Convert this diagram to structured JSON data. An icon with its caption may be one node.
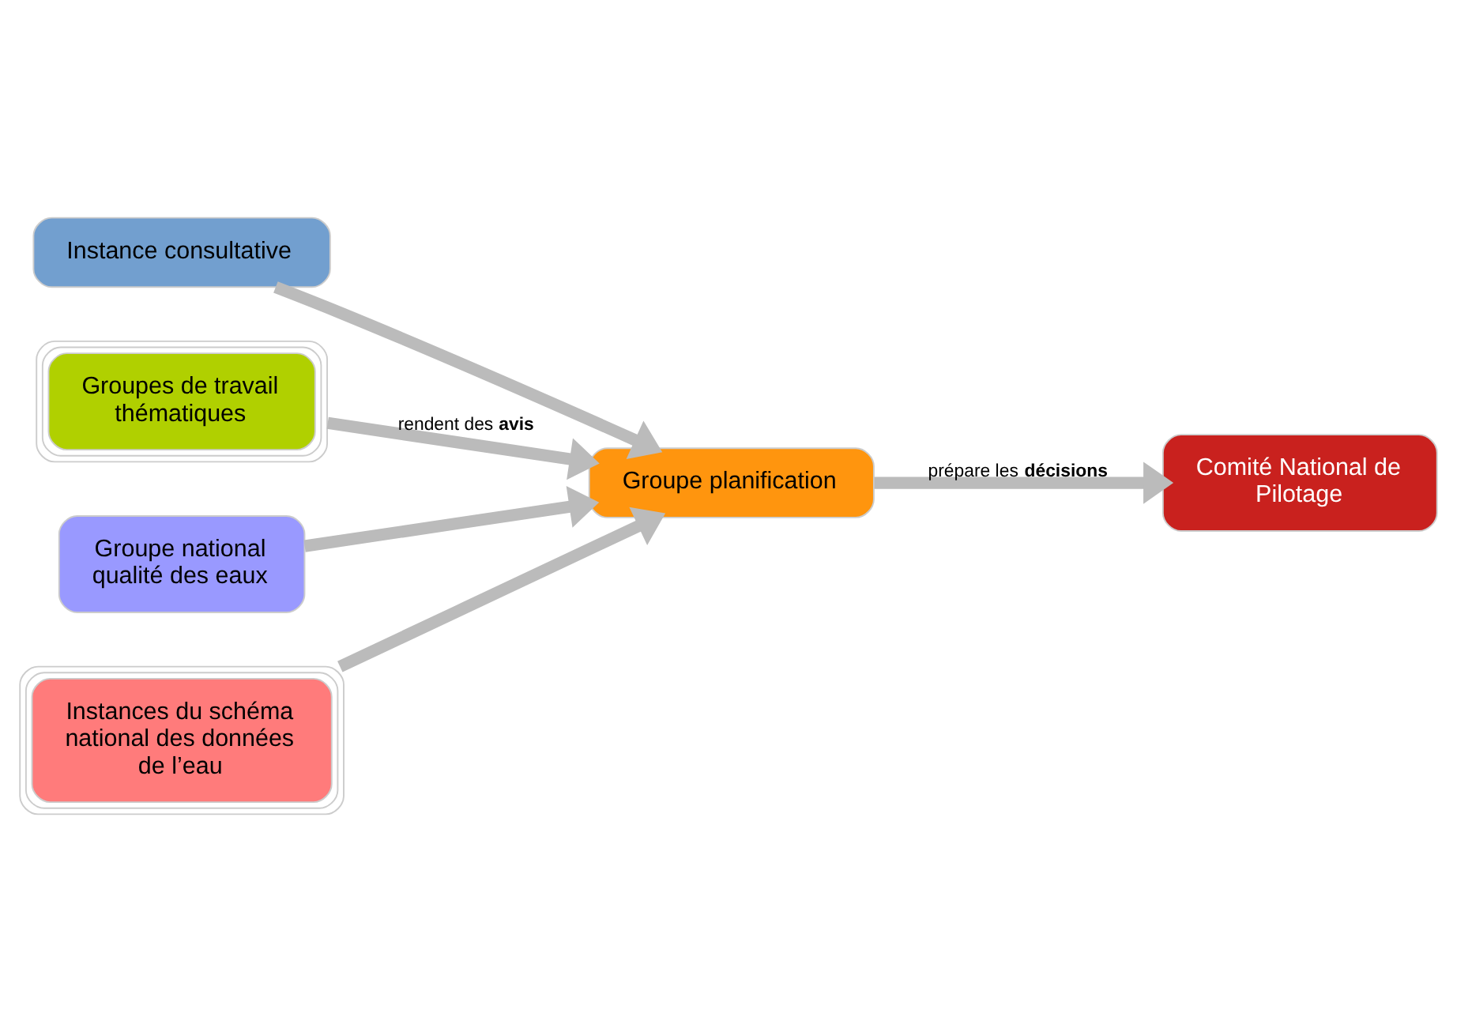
{
  "diagram": {
    "nodes": [
      {
        "text": [
          "Instance consultative"
        ]
      },
      {
        "text": [
          "Groupes de travail thématiques"
        ]
      },
      {
        "text": [
          "Groupe national qualité des eaux"
        ]
      },
      {
        "text": [
          "Instances du schéma national des données de l’eau"
        ]
      },
      {
        "text": [
          "Groupe planification"
        ]
      },
      {
        "text": [
          "Comité National de Pilotage"
        ]
      }
    ],
    "edges": [
      {
        "from": 0,
        "to": 4,
        "arrow": "to"
      },
      {
        "from": 1,
        "to": 4,
        "arrow": "to",
        "label": "rendent des **avis**"
      },
      {
        "from": 2,
        "to": 4,
        "arrow": "to"
      },
      {
        "from": 3,
        "to": 4,
        "arrow": "to"
      },
      {
        "from": 4,
        "to": 5,
        "arrow": "to",
        "label": "prépare les **décisions**"
      }
    ]
  }
}
